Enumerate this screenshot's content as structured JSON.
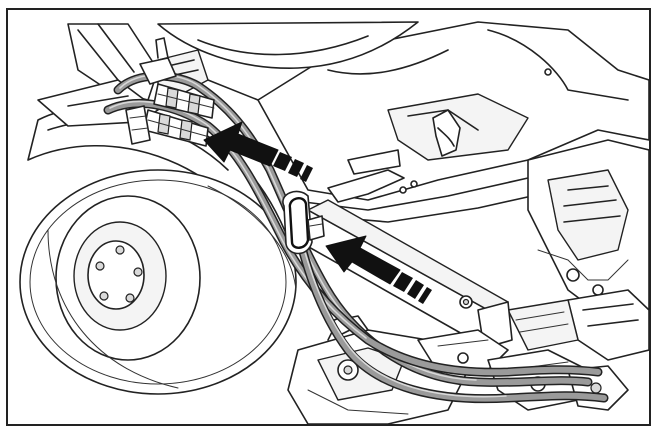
{
  "figure": {
    "arrows": [
      {
        "id": "arrow-upper",
        "points_to": "hose-fittings"
      },
      {
        "id": "arrow-lower",
        "points_to": "hose-clamp"
      }
    ],
    "colors": {
      "line": "#222222",
      "hose": "#9a9a9a",
      "arrow": "#111111",
      "background": "#ffffff"
    }
  }
}
